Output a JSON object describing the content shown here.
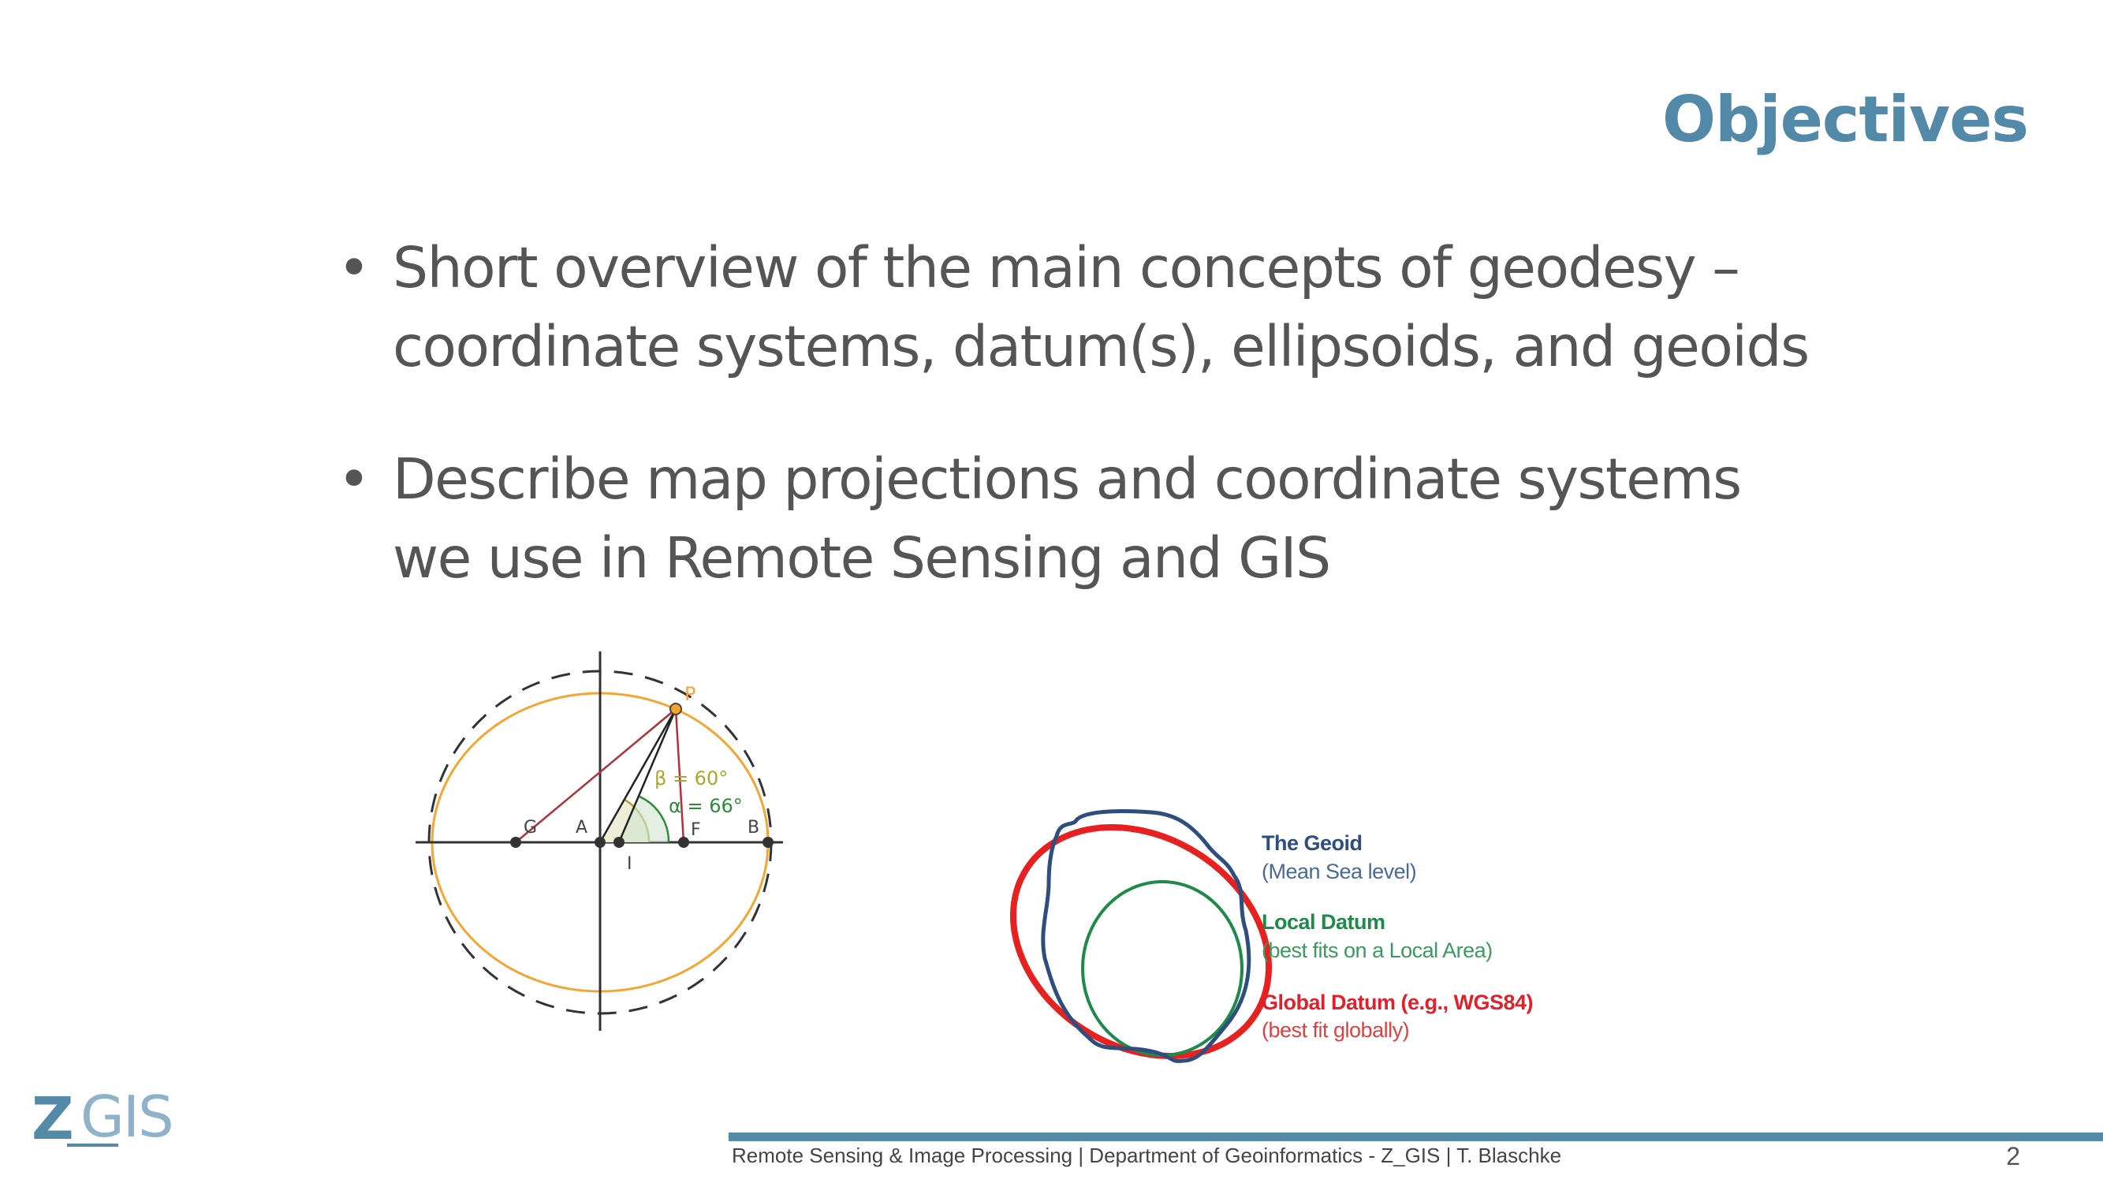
{
  "slide": {
    "title": "Objectives",
    "bullets": [
      {
        "marker": "•",
        "lines": [
          "Short overview of the main concepts of geodesy –",
          "coordinate systems, datum(s), ellipsoids, and geoids"
        ]
      },
      {
        "marker": "•",
        "lines": [
          "Describe map projections and coordinate systems",
          "we use in Remote Sensing and GIS"
        ]
      }
    ]
  },
  "ellipse_figure": {
    "labels": {
      "P": "P",
      "G": "G",
      "A": "A",
      "I": "I",
      "F": "F",
      "B": "B"
    },
    "beta": "β = 60°",
    "alpha": "α = 66°",
    "colors": {
      "ellipse": "#f4a533",
      "lines": "#b0313b",
      "beta": "#a8a830",
      "alpha": "#2f8a3a"
    }
  },
  "datum_figure": {
    "legend": [
      {
        "title": "The Geoid",
        "sub": "(Mean Sea level)",
        "color": "#2e4e80"
      },
      {
        "title": "Local Datum",
        "sub": "(best fits on a Local Area)",
        "color": "#1e8a4a"
      },
      {
        "title": "Global Datum (e.g., WGS84)",
        "sub": "(best fit globally)",
        "color": "#e0202a"
      }
    ]
  },
  "footer": {
    "text": "Remote Sensing & Image Processing | Department of Geoinformatics - Z_GIS | T. Blaschke",
    "page": "2"
  },
  "logo": {
    "z": "Z",
    "gis": "GIS"
  }
}
